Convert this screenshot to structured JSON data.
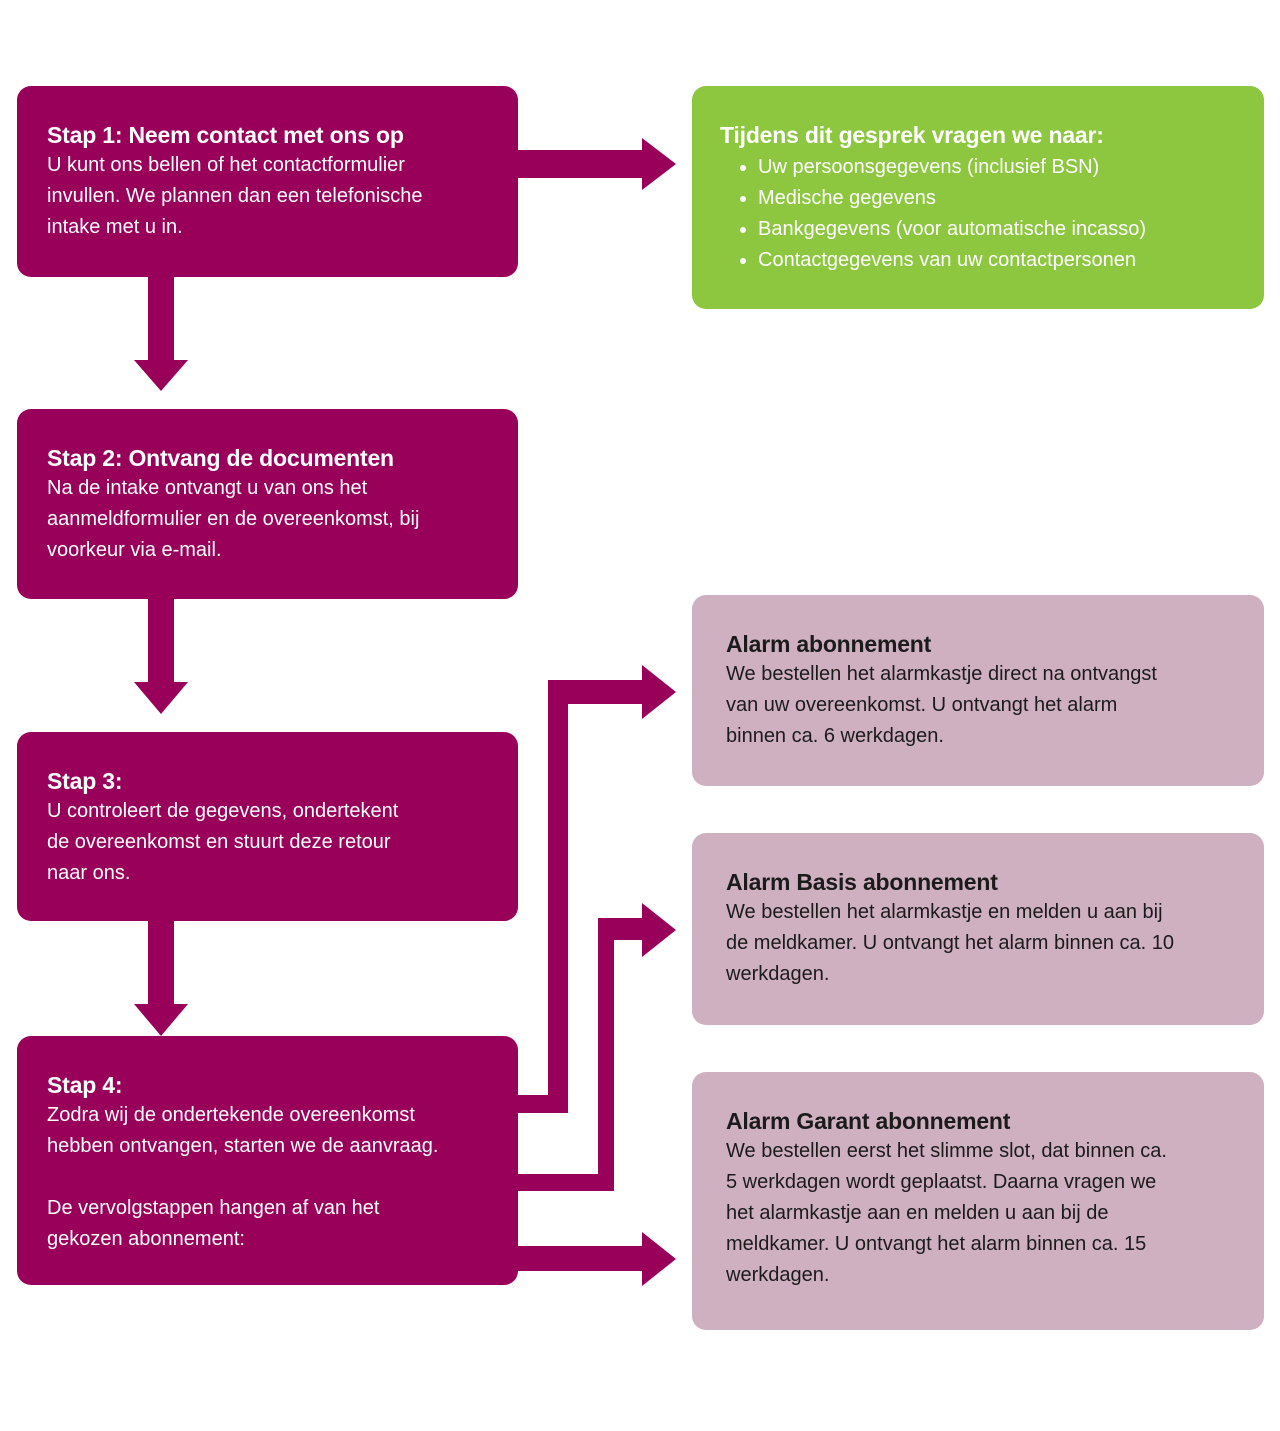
{
  "steps": [
    {
      "title": "Stap 1: Neem contact met ons op",
      "text": "U kunt ons bellen of het contactformulier\ninvullen. We plannen dan een telefonische\nintake met u in."
    },
    {
      "title": "Stap 2: Ontvang de documenten",
      "text": "Na de intake ontvangt u van ons het\naanmeldformulier en de overeenkomst, bij\nvoorkeur via e-mail."
    },
    {
      "title": "Stap 3:",
      "text": "U controleert de gegevens, ondertekent\nde overeenkomst en stuurt deze retour\nnaar ons."
    },
    {
      "title": "Stap 4:",
      "text": "Zodra wij de ondertekende overeenkomst\nhebben ontvangen, starten we de aanvraag.",
      "text2": "De vervolgstappen hangen af van het\ngekozen abonnement:"
    }
  ],
  "info": {
    "title": "Tijdens dit gesprek vragen we naar:",
    "items": [
      "Uw persoonsgegevens (inclusief BSN)",
      "Medische gegevens",
      "Bankgegevens (voor automatische incasso)",
      "Contactgegevens van uw contactpersonen"
    ]
  },
  "plans": [
    {
      "title": "Alarm abonnement",
      "text": "We bestellen het alarmkastje direct na ontvangst\nvan uw overeenkomst. U ontvangt het alarm\nbinnen ca. 6 werkdagen."
    },
    {
      "title": "Alarm Basis abonnement",
      "text": "We bestellen het alarmkastje en melden u aan bij\nde meldkamer. U ontvangt het alarm binnen ca. 10\nwerkdagen."
    },
    {
      "title": "Alarm Garant abonnement",
      "text": "We bestellen eerst het slimme slot, dat binnen ca.\n5 werkdagen wordt geplaatst. Daarna vragen we\nhet alarmkastje aan en melden u aan bij de\nmeldkamer. U ontvangt het alarm binnen ca. 15\nwerkdagen."
    }
  ],
  "colors": {
    "step": "#990059",
    "info": "#8dc63f",
    "plan": "#cfb0c1"
  }
}
